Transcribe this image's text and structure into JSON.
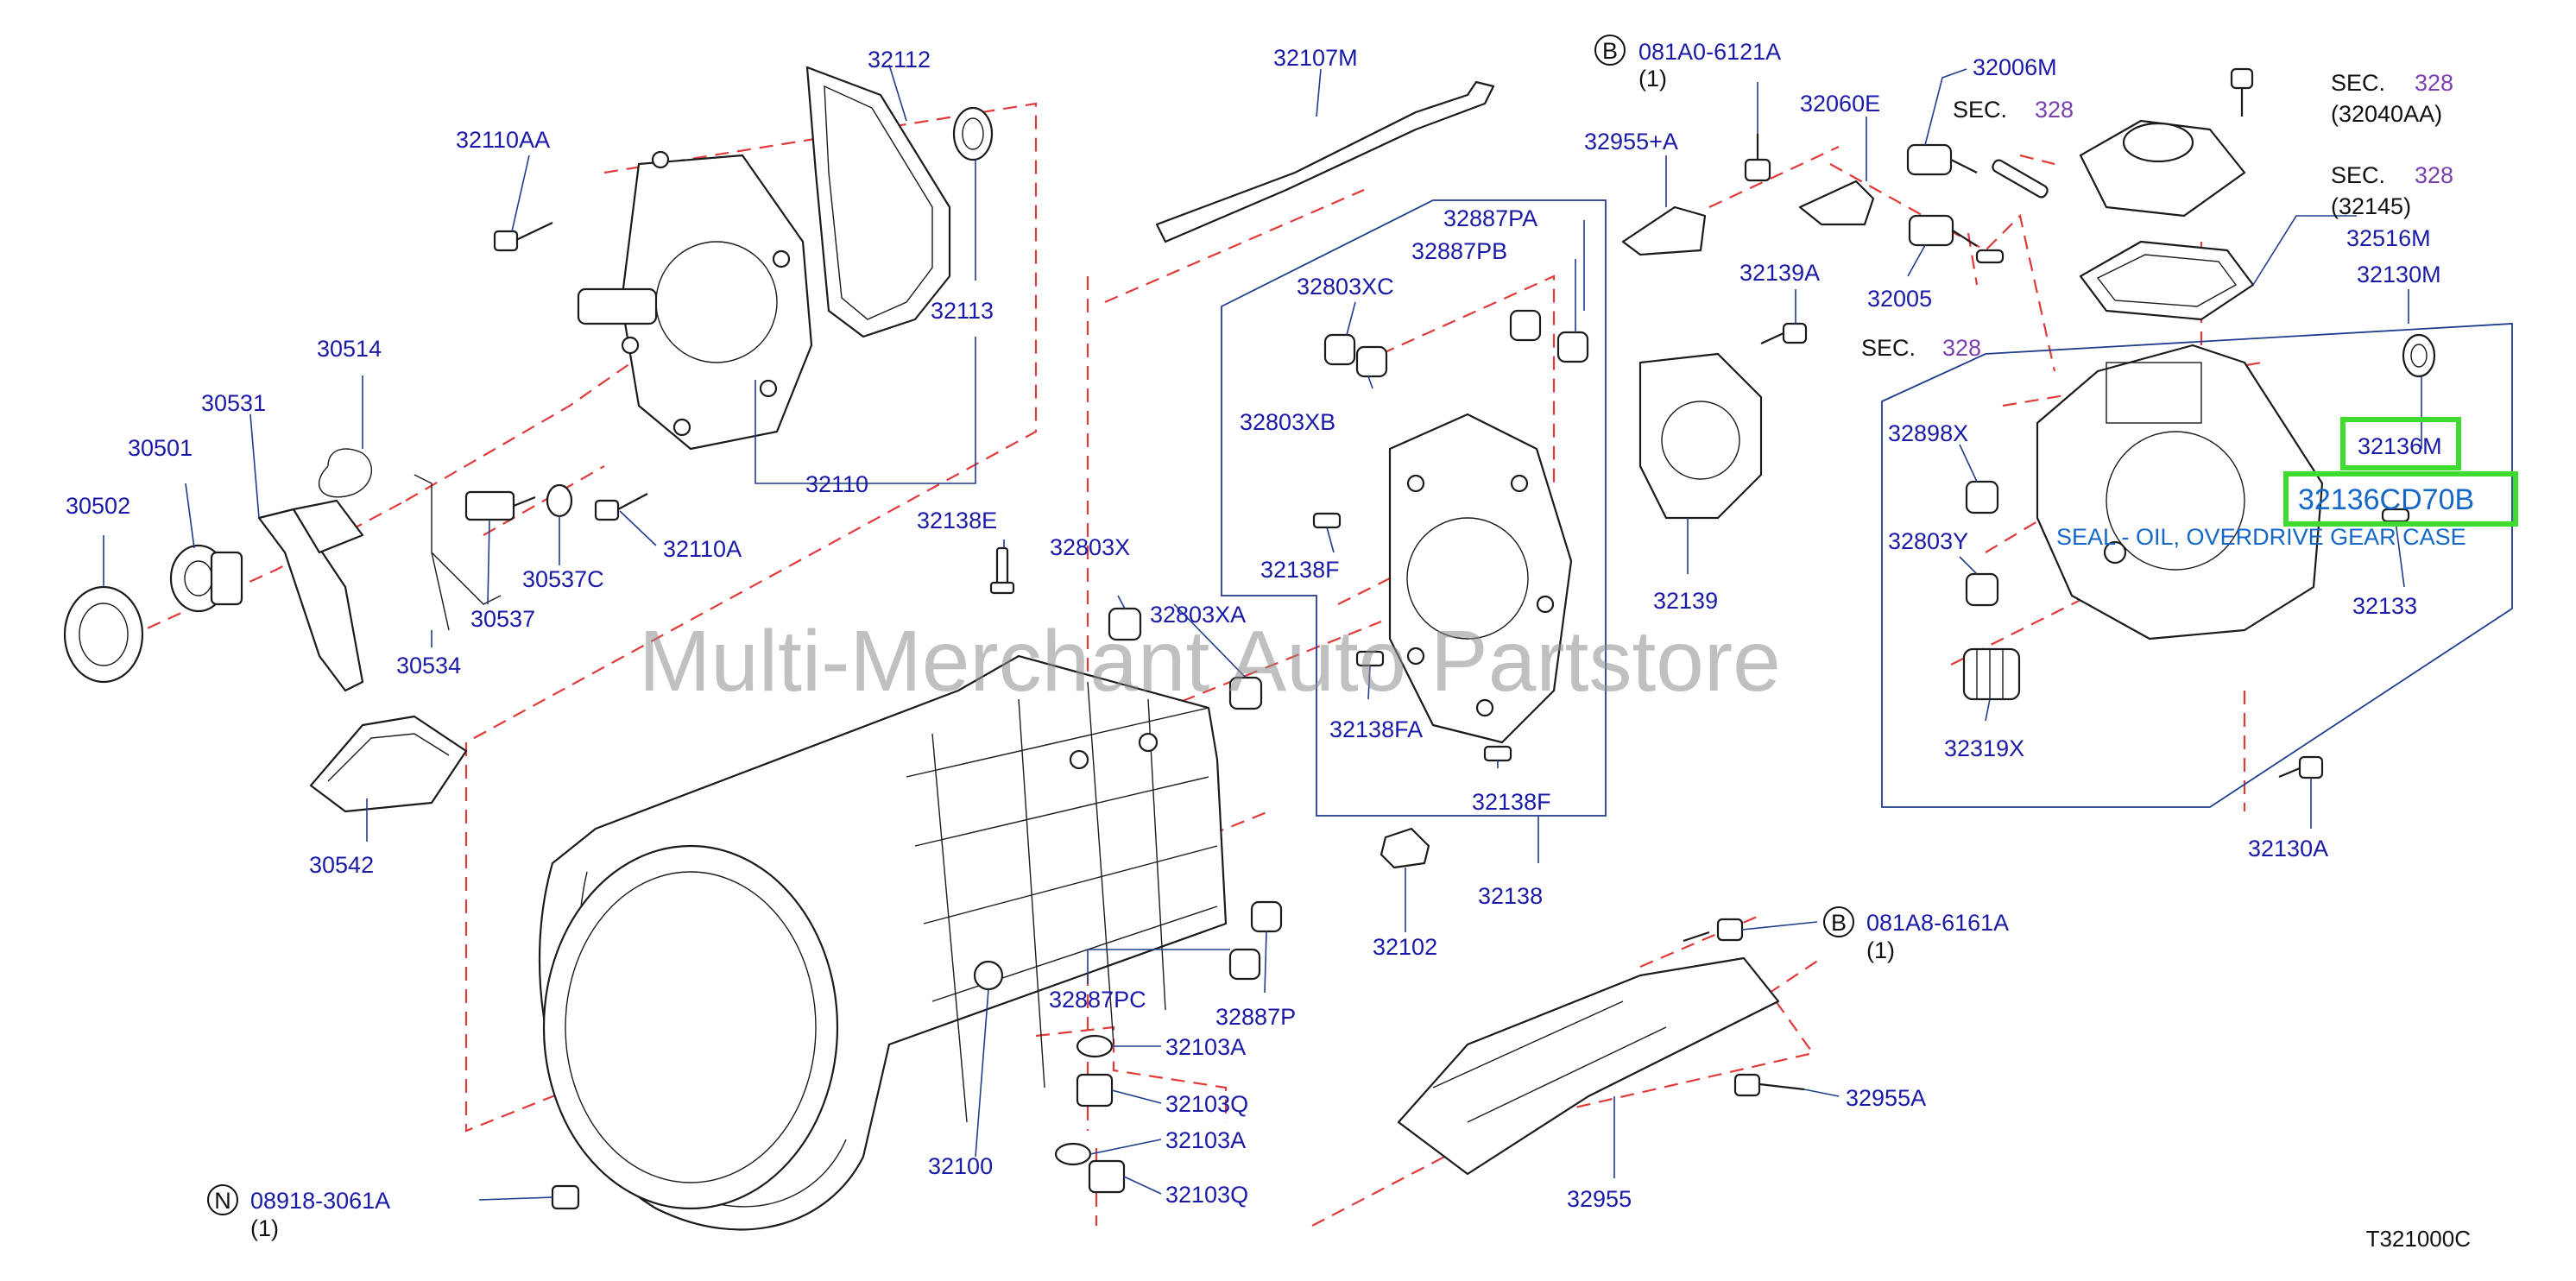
{
  "parts": {
    "p32112": "32112",
    "p32107M": "32107M",
    "p081A0": "081A0-6121A",
    "p081A0_qty": "(1)",
    "p32006M": "32006M",
    "p32110AA": "32110AA",
    "p32955A_plus": "32955+A",
    "p32060E": "32060E",
    "p32887PA": "32887PA",
    "p32887PB": "32887PB",
    "p32113": "32113",
    "p32803XC": "32803XC",
    "p32139A": "32139A",
    "p32005": "32005",
    "p32516M": "32516M",
    "p32130M": "32130M",
    "p30514": "30514",
    "p30531": "30531",
    "p30501": "30501",
    "p30502": "30502",
    "p32803XB": "32803XB",
    "p32110": "32110",
    "p32898X": "32898X",
    "p32136M": "32136M",
    "p32136CD70B": "32136CD70B",
    "p32803Y": "32803Y",
    "p32110A": "32110A",
    "p32138E": "32138E",
    "p32803X": "32803X",
    "p32138F_top": "32138F",
    "p30537C": "30537C",
    "p32139": "32139",
    "p32133": "32133",
    "p30537": "30537",
    "p32803XA": "32803XA",
    "p30534": "30534",
    "p32138FA": "32138FA",
    "p32319X": "32319X",
    "p32138F_bot": "32138F",
    "p32130A": "32130A",
    "p30542": "30542",
    "p32138": "32138",
    "p081A8": "081A8-6161A",
    "p081A8_qty": "(1)",
    "p32102": "32102",
    "p32887PC": "32887PC",
    "p32887P": "32887P",
    "p32103A_1": "32103A",
    "p32955A": "32955A",
    "p32103Q_1": "32103Q",
    "p32103A_2": "32103A",
    "p32100": "32100",
    "p08918": "08918-3061A",
    "p08918_qty": "(1)",
    "p32103Q_2": "32103Q",
    "p32955": "32955"
  },
  "sections": {
    "sec_label": "SEC.",
    "sec_num": "328",
    "sec_32040AA": "(32040AA)",
    "sec_32145": "(32145)"
  },
  "badges": {
    "b1": "B",
    "b2": "B",
    "n1": "N"
  },
  "highlight": {
    "caption": "SEAL - OIL, OVERDRIVE GEAR CASE",
    "color": "#3fdc2f",
    "text_color": "#1567c8"
  },
  "watermark": "Multi-Merchant Auto Partstore",
  "diagram_ref": "T321000C",
  "colors": {
    "part_number": "#1a1aa8",
    "dashed_line": "#e03a3a",
    "section_number": "#7a3fb0"
  }
}
